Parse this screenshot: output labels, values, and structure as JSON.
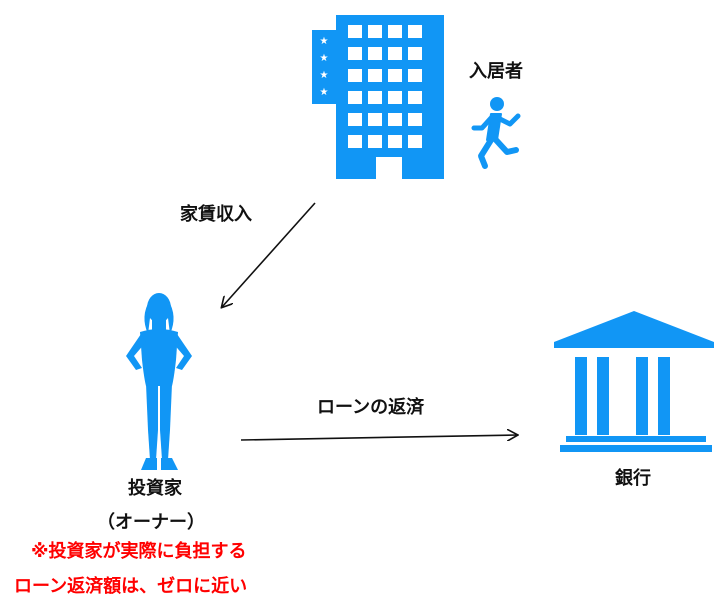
{
  "colors": {
    "icon_blue": "#1196f5",
    "text": "#111111",
    "note_red": "#ff0000",
    "arrow": "#111111"
  },
  "icons": {
    "building": "hotel-building-icon",
    "tenant": "running-person-icon",
    "investor": "standing-woman-icon",
    "bank": "bank-icon"
  },
  "labels": {
    "tenant": "入居者",
    "rent_income": "家賃収入",
    "investor": "投資家",
    "owner": "（オーナー）",
    "loan_repayment": "ローンの返済",
    "bank": "銀行"
  },
  "note": {
    "line1": "※投資家が実際に負担する",
    "line2": "ローン返済額は、ゼロに近い"
  }
}
